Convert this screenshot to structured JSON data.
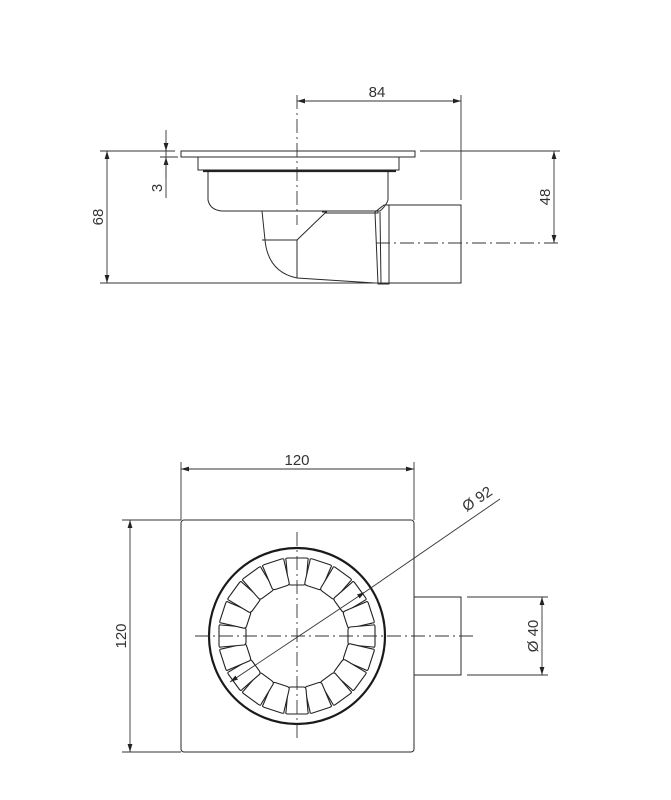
{
  "drawing": {
    "subject": "Floor drain with side outlet",
    "side_view": {
      "dimensions": {
        "pipe_offset": "84",
        "flange_thickness": "3",
        "total_height": "68",
        "outlet_axis_height": "48"
      }
    },
    "plan_view": {
      "dimensions": {
        "width": "120",
        "height": "120",
        "grate_diameter": "Ø 92",
        "outlet_diameter": "Ø 40"
      },
      "grate_slot_count": 20
    },
    "line_color": "#2a2a2a",
    "background": "#ffffff"
  }
}
